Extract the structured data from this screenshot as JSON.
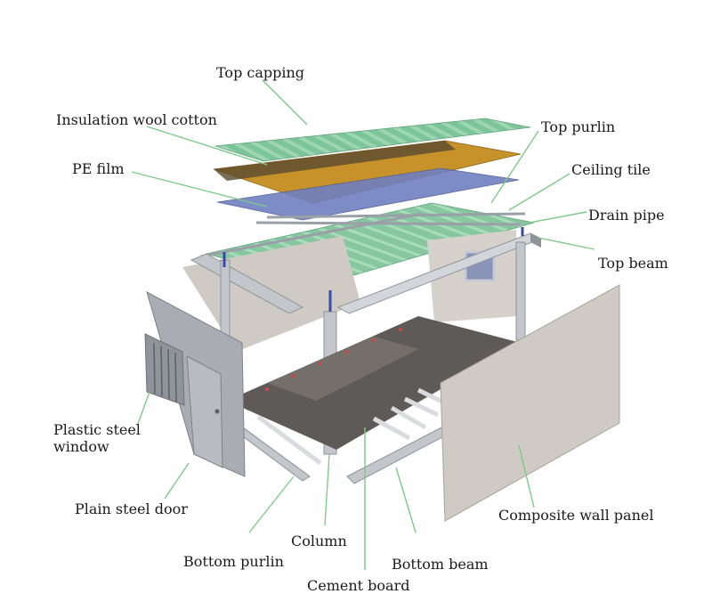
{
  "diagram": {
    "labels": {
      "top_capping": "Top capping",
      "insulation": "Insulation wool cotton",
      "pe_film": "PE film",
      "top_purlin": "Top purlin",
      "ceiling_tile": "Ceiling tile",
      "drain_pipe": "Drain pipe",
      "top_beam": "Top beam",
      "window_line1": "Plastic steel",
      "window_line2": "window",
      "door": "Plain steel door",
      "column": "Column",
      "bottom_purlin": "Bottom purlin",
      "cement_board": "Cement board",
      "bottom_beam": "Bottom beam",
      "wall_panel": "Composite wall panel"
    },
    "colors": {
      "roof_green": "#7cc49a",
      "insulation_gold": "#c8922a",
      "pe_blue": "#6f7fc0",
      "steel_grey": "#a9adb3",
      "wall_beige": "#cfcac4",
      "floor_dark": "#5e5a57",
      "leader_green": "#7fc98a"
    }
  }
}
